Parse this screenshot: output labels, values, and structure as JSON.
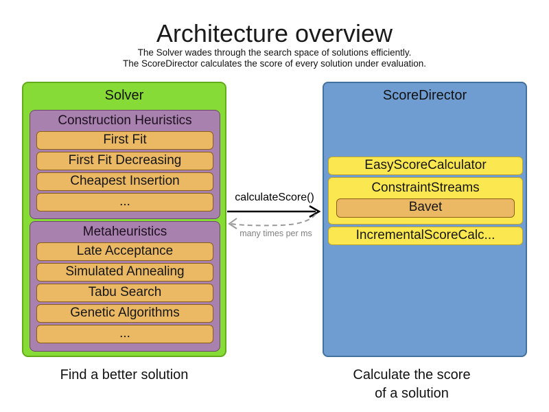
{
  "title": "Architecture overview",
  "subtitle_line1": "The Solver wades through the search space of solutions efficiently.",
  "subtitle_line2": "The ScoreDirector calculates the score of every solution under evaluation.",
  "solver": {
    "label": "Solver",
    "caption": "Find a better solution",
    "construction_heuristics": {
      "label": "Construction Heuristics",
      "items": [
        "First Fit",
        "First Fit Decreasing",
        "Cheapest Insertion",
        "..."
      ]
    },
    "metaheuristics": {
      "label": "Metaheuristics",
      "items": [
        "Late Acceptance",
        "Simulated Annealing",
        "Tabu Search",
        "Genetic Algorithms",
        "..."
      ]
    }
  },
  "score_director": {
    "label": "ScoreDirector",
    "caption_line1": "Calculate the score",
    "caption_line2": "of a solution",
    "easy_score_calculator": "EasyScoreCalculator",
    "constraint_streams": {
      "label": "ConstraintStreams",
      "impl": "Bavet"
    },
    "incremental_score_calculator": "IncrementalScoreCalc..."
  },
  "interaction": {
    "call_label": "calculateScore()",
    "return_label": "many times per ms"
  },
  "colors": {
    "green_fill": "#87DB36",
    "green_border": "#63AB19",
    "purple_fill": "#A981AE",
    "purple_border": "#6F4373",
    "orange_fill": "#EBB964",
    "orange_border": "#8B5E16",
    "blue_fill": "#6F9CD1",
    "blue_border": "#41719C",
    "yellow_fill": "#FBE850",
    "yellow_border": "#BFA62B",
    "arrow_black": "#000000",
    "arrow_gray": "#999999"
  }
}
